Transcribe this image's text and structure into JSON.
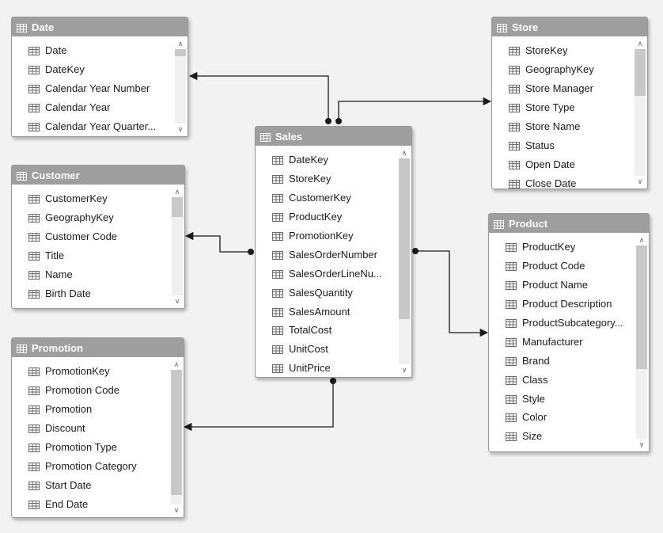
{
  "tables": {
    "date": {
      "title": "Date",
      "fields": [
        "Date",
        "DateKey",
        "Calendar Year Number",
        "Calendar Year",
        "Calendar Year Quarter..."
      ],
      "scroll": {
        "position": 0.0,
        "visible": 0.1
      }
    },
    "customer": {
      "title": "Customer",
      "fields": [
        "CustomerKey",
        "GeographyKey",
        "Customer Code",
        "Title",
        "Name",
        "Birth Date"
      ],
      "scroll": {
        "position": 0.0,
        "visible": 0.2
      }
    },
    "promotion": {
      "title": "Promotion",
      "fields": [
        "PromotionKey",
        "Promotion Code",
        "Promotion",
        "Discount",
        "Promotion Type",
        "Promotion Category",
        "Start Date",
        "End Date"
      ],
      "scroll": {
        "position": 0.0,
        "visible": 0.93
      }
    },
    "sales": {
      "title": "Sales",
      "fields": [
        "DateKey",
        "StoreKey",
        "CustomerKey",
        "ProductKey",
        "PromotionKey",
        "SalesOrderNumber",
        "SalesOrderLineNu...",
        "SalesQuantity",
        "SalesAmount",
        "TotalCost",
        "UnitCost",
        "UnitPrice"
      ],
      "scroll": {
        "position": 0.0,
        "visible": 0.78
      }
    },
    "store": {
      "title": "Store",
      "fields": [
        "StoreKey",
        "GeographyKey",
        "Store Manager",
        "Store Type",
        "Store Name",
        "Status",
        "Open Date",
        "Close Date"
      ],
      "scroll": {
        "position": 0.0,
        "visible": 0.37
      }
    },
    "product": {
      "title": "Product",
      "fields": [
        "ProductKey",
        "Product Code",
        "Product Name",
        "Product Description",
        "ProductSubcategory...",
        "Manufacturer",
        "Brand",
        "Class",
        "Style",
        "Color",
        "Size"
      ],
      "scroll": {
        "position": 0.0,
        "visible": 0.64
      }
    }
  },
  "relationships": [
    {
      "from": "sales",
      "to": "date"
    },
    {
      "from": "sales",
      "to": "store"
    },
    {
      "from": "sales",
      "to": "customer"
    },
    {
      "from": "sales",
      "to": "product"
    },
    {
      "from": "sales",
      "to": "promotion"
    }
  ],
  "colors": {
    "header": "#9e9e9e",
    "line": "#1a1a1a",
    "background": "#f2f2f2"
  }
}
